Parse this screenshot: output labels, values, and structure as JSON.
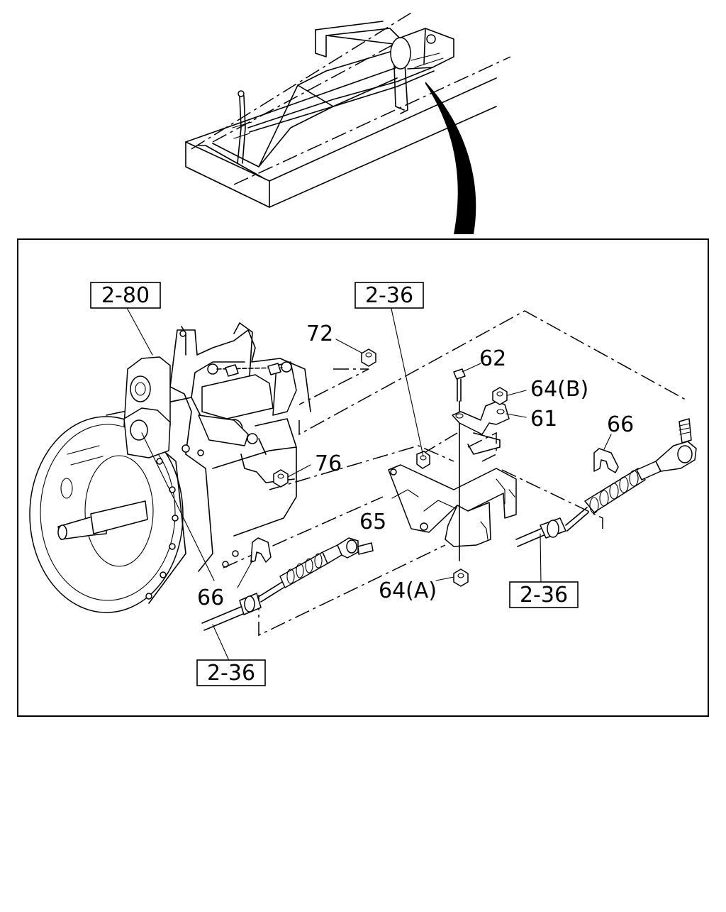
{
  "callouts": {
    "p72": "72",
    "p62": "62",
    "p64b": "64(B)",
    "p61": "61",
    "p66_right": "66",
    "p76": "76",
    "p65": "65",
    "p64a": "64(A)",
    "p66_left": "66"
  },
  "references": {
    "r280": "2-80",
    "r236_top": "2-36",
    "r236_right": "2-36",
    "r236_bottom": "2-36"
  }
}
